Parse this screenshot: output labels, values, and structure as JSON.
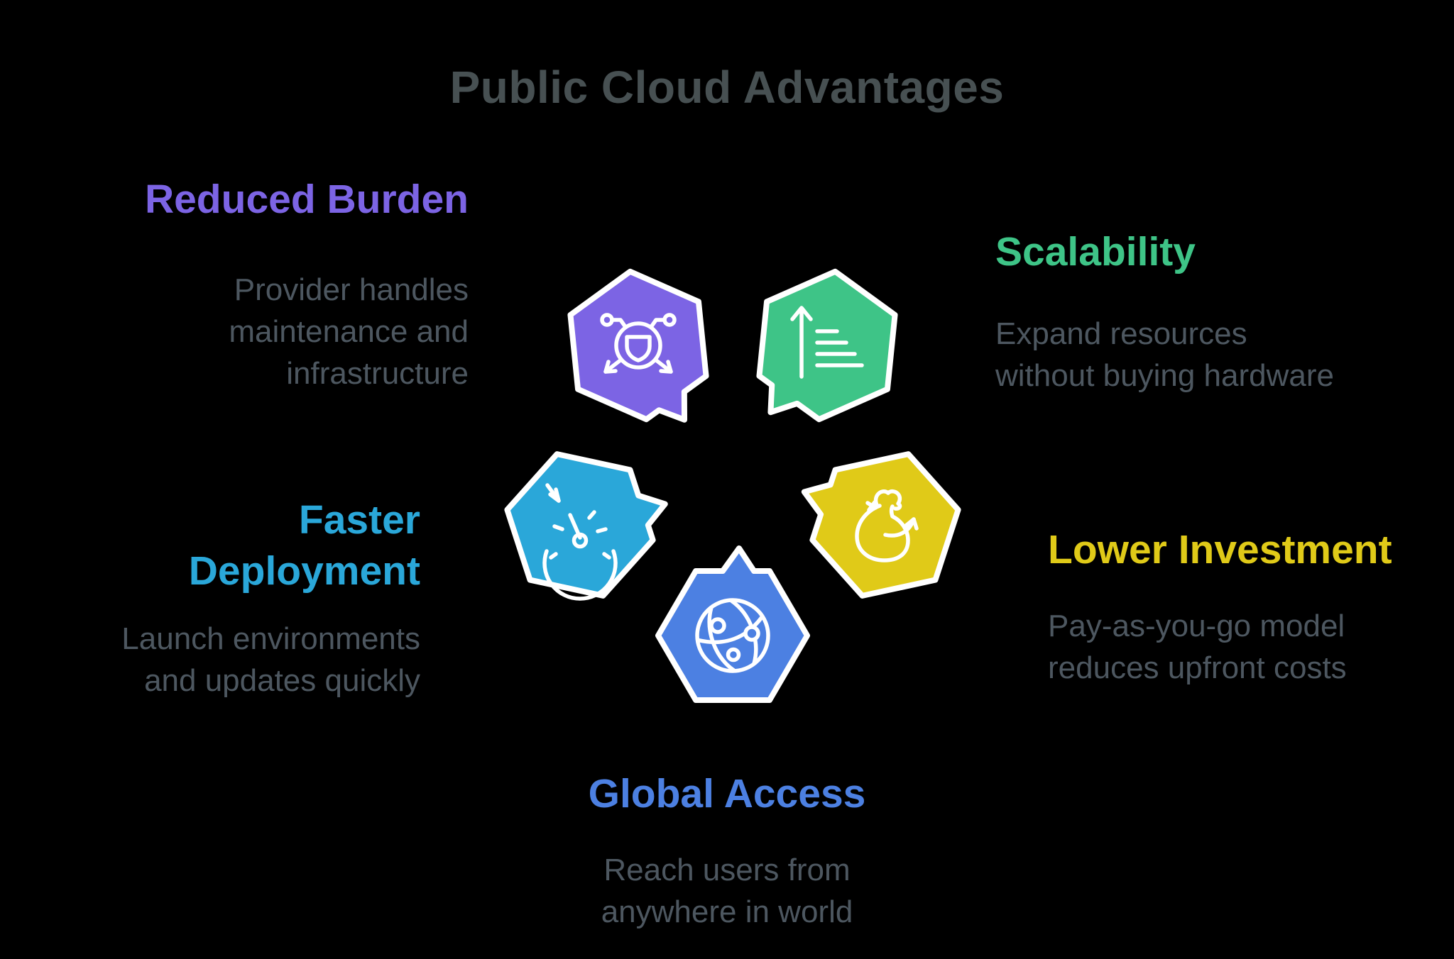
{
  "title": "Public Cloud Advantages",
  "colors": {
    "background": "#000000",
    "title_text": "#475052",
    "body_text": "#4d5760",
    "shape_outline": "#ffffff"
  },
  "items": [
    {
      "id": "reduced-burden",
      "label": "Reduced Burden",
      "description": "Provider handles\nmaintenance and\ninfrastructure",
      "color": "#7c64e4",
      "icon": "network-shield-icon"
    },
    {
      "id": "scalability",
      "label": "Scalability",
      "description": "Expand resources\nwithout buying hardware",
      "color": "#3ec487",
      "icon": "scale-up-bars-icon"
    },
    {
      "id": "faster-deployment",
      "label": "Faster\nDeployment",
      "description": "Launch environments\nand updates quickly",
      "color": "#2aa7d9",
      "icon": "speedometer-icon"
    },
    {
      "id": "lower-investment",
      "label": "Lower Investment",
      "description": "Pay-as-you-go model\nreduces upfront costs",
      "color": "#e0ca18",
      "icon": "money-bag-icon"
    },
    {
      "id": "global-access",
      "label": "Global Access",
      "description": "Reach users from\nanywhere in world",
      "color": "#4c80e2",
      "icon": "globe-network-icon"
    }
  ]
}
